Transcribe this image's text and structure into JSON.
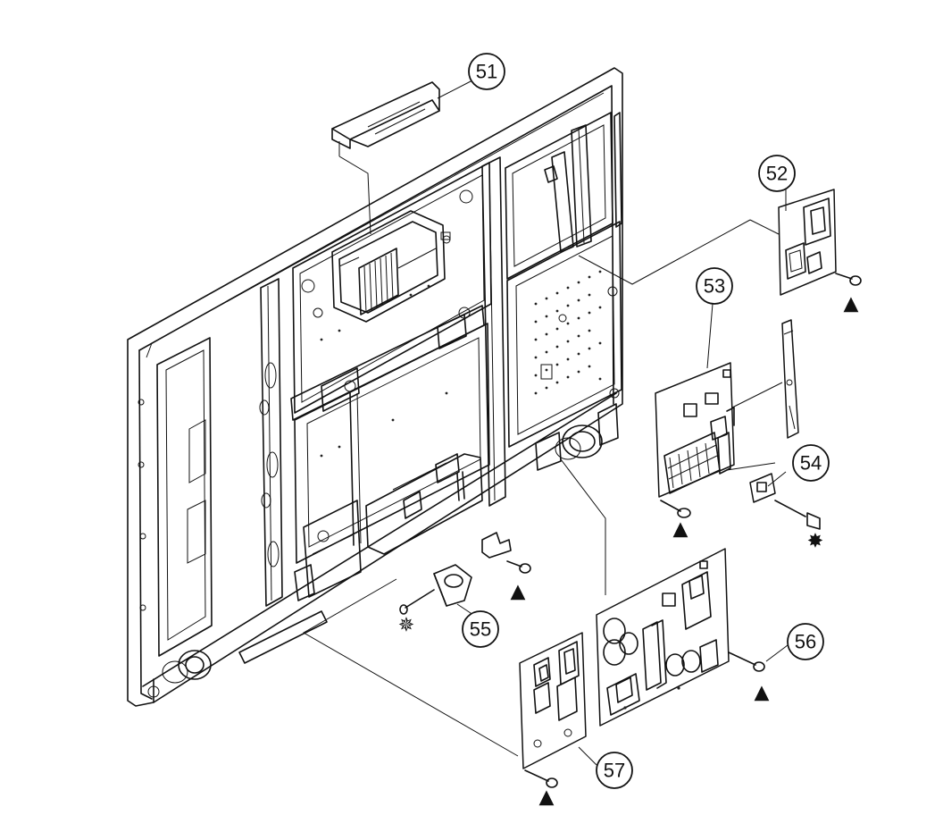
{
  "callouts": [
    {
      "id": "c51",
      "label": "51"
    },
    {
      "id": "c52",
      "label": "52"
    },
    {
      "id": "c53",
      "label": "53"
    },
    {
      "id": "c54",
      "label": "54"
    },
    {
      "id": "c55",
      "label": "55"
    },
    {
      "id": "c56",
      "label": "56"
    },
    {
      "id": "c57",
      "label": "57"
    }
  ],
  "symbols": {
    "triangle": "▲",
    "star_solid": "✸",
    "star_outline": "✵"
  }
}
